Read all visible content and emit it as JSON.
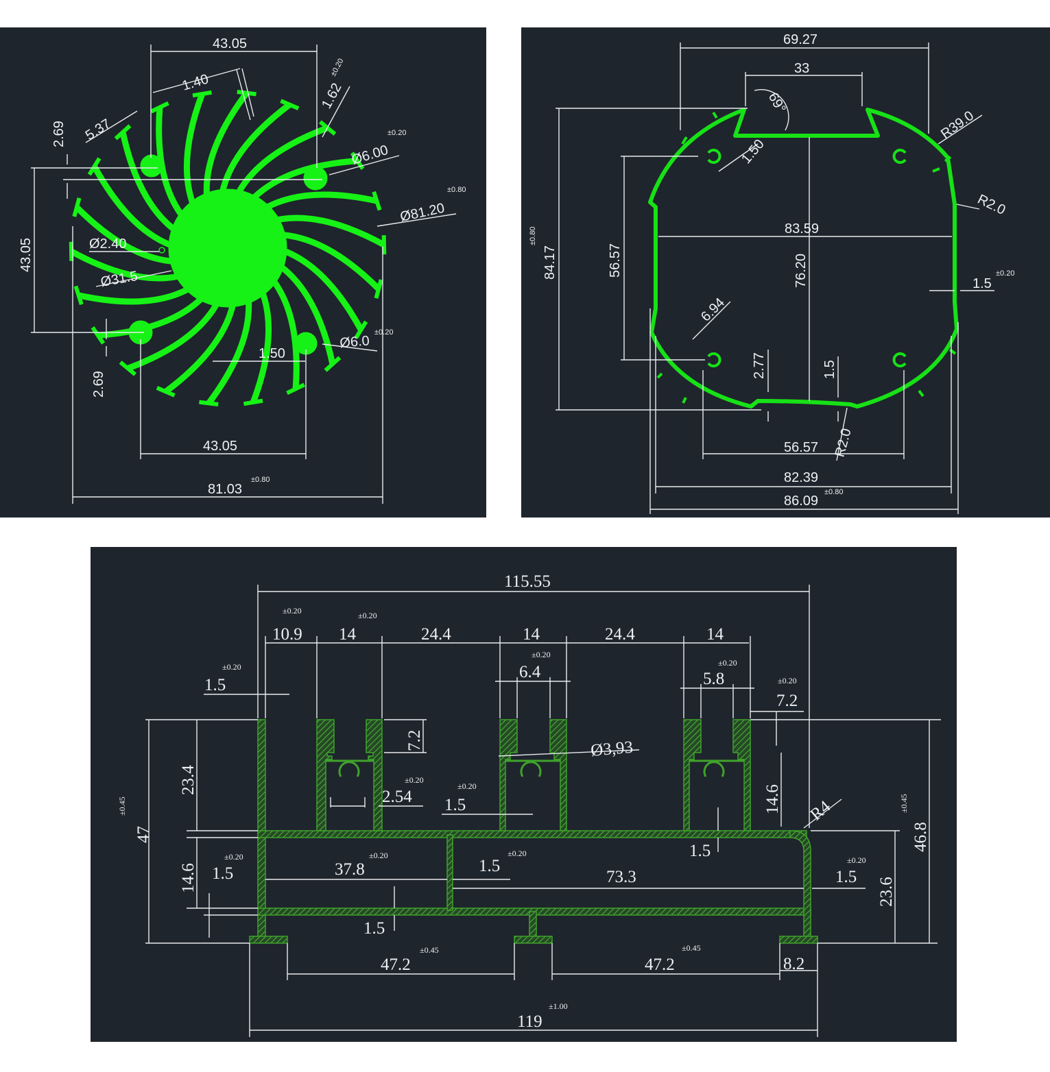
{
  "colors": {
    "background": "#1f252c",
    "profile_green": "#16f216",
    "hatch_green": "#3fa32b",
    "dimension_white": "#e9ecef"
  },
  "heatsink": {
    "labels": {
      "top_width": "43.05",
      "fin_thickness": "1.40",
      "fin_tip_thickness": "1.62",
      "fin_tip_tol": "±0.20",
      "fin_length": "5.37",
      "top_offset": "2.69",
      "hole_dia_top": "Ø6.00",
      "hole_dia_top_tol": "±0.20",
      "outer_dia": "Ø81.20",
      "outer_dia_tol": "±0.80",
      "left_height": "43.05",
      "small_hole": "Ø2.40",
      "core_dia": "Ø31.5",
      "hole_dia_bottom": "Ø6.0",
      "hole_dia_bottom_tol": "±0.20",
      "fin_root": "1.50",
      "bottom_offset": "2.69",
      "bottom_width": "43.05",
      "overall_width": "81.03",
      "overall_width_tol": "±0.80"
    }
  },
  "octagon": {
    "labels": {
      "top_width": "69.27",
      "slot_width": "33",
      "angle": "69°",
      "radius_outer": "R39.0",
      "wall": "1.50",
      "radius_corner": "R2.0",
      "inner_width": "83.59",
      "height_total": "84.17",
      "height_total_tol": "±0.80",
      "height_inner": "56.57",
      "height_center": "76.20",
      "side_wall": "1.5",
      "side_wall_tol": "±0.20",
      "chamfer": "6.94",
      "base_gap": "2.77",
      "base_thk": "1.5",
      "radius_bottom": "R2.0",
      "bottom_inner": "56.57",
      "bottom_width": "82.39",
      "overall_width": "86.09",
      "overall_width_tol": "±0.80"
    }
  },
  "rail": {
    "labels": {
      "overall_top": "115.55",
      "seg1": "10.9",
      "seg1_tol": "±0.20",
      "seg2": "14",
      "seg2_tol": "±0.20",
      "seg3": "24.4",
      "seg4": "14",
      "seg5": "24.4",
      "seg6": "14",
      "slot1": "6.4",
      "slot1_tol": "±0.20",
      "slot2": "5.8",
      "slot2_tol": "±0.20",
      "wall_left": "1.5",
      "wall_left_tol": "±0.20",
      "lip_depth": "7.2",
      "lip_depth_tol": "±0.20",
      "lip_depth_inner": "7.2",
      "hole": "Ø3,93",
      "height_total": "47",
      "height_total_tol": "±0.45",
      "height_upper": "23.4",
      "groove": "2.54",
      "groove_tol": "±0.20",
      "inner_wall": "1.5",
      "inner_wall_tol": "±0.20",
      "channel_height": "14.6",
      "radius": "R4",
      "height_right": "46.8",
      "height_right_tol": "±0.45",
      "lower_left_h": "14.6",
      "lower_left_wall": "1.5",
      "lower_left_wall_tol": "±0.20",
      "bay_left": "37.8",
      "bay_left_tol": "±0.20",
      "mid_wall": "1.5",
      "mid_wall_tol": "±0.20",
      "bay_right": "73.3",
      "right_wall": "1.5",
      "right_wall_tol": "±0.20",
      "deck_thk": "1.5",
      "lower_right_h": "23.6",
      "floor_thk": "1.5",
      "foot_gap_left": "47.2",
      "foot_gap_left_tol": "±0.45",
      "foot_gap_right": "47.2",
      "foot_gap_right_tol": "±0.45",
      "foot_width": "8.2",
      "overall_bottom": "119",
      "overall_bottom_tol": "±1.00"
    }
  }
}
